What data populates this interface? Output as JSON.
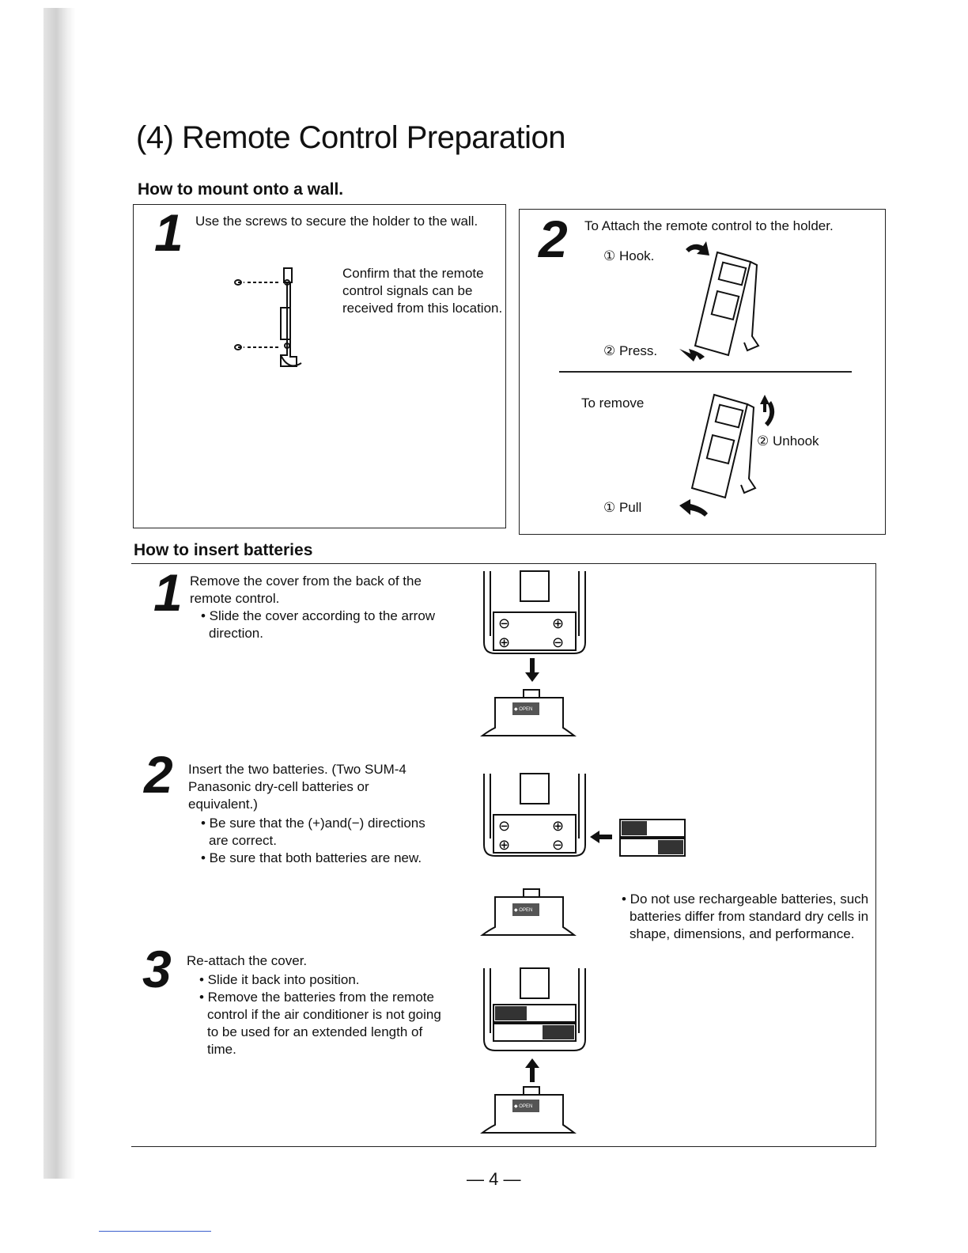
{
  "title": "(4) Remote Control Preparation",
  "mount": {
    "heading": "How to mount onto a wall.",
    "step1": {
      "number": "1",
      "text": "Use the screws to secure the holder to the wall.",
      "confirm": "Confirm that the remote control signals can be received from this location."
    },
    "step2": {
      "number": "2",
      "text": "To Attach the remote control to the holder.",
      "hook": "① Hook.",
      "press": "② Press.",
      "remove": "To remove",
      "unhook": "② Unhook",
      "pull": "① Pull"
    }
  },
  "batteries": {
    "heading": "How to insert batteries",
    "step1": {
      "number": "1",
      "text": "Remove the cover from the back of the remote control.",
      "bullet": "• Slide the cover according to the arrow direction."
    },
    "step2": {
      "number": "2",
      "text": "Insert the two batteries. (Two SUM-4 Panasonic dry-cell batteries or equivalent.)",
      "bullet1": "• Be sure that the (+)and(−) directions are correct.",
      "bullet2": "• Be sure that both batteries are new."
    },
    "step3": {
      "number": "3",
      "text": "Re-attach the cover.",
      "bullet1": "• Slide it back into position.",
      "bullet2": "• Remove the batteries from the remote control if the air conditioner is not going to be used for an extended length of time."
    },
    "note": "• Do not use rechargeable batteries, such batteries differ from standard dry cells in shape, dimensions, and performance.",
    "cover_label": "◆ OPEN",
    "plus": "⊕",
    "minus": "⊖"
  },
  "page_number": "— 4 —"
}
